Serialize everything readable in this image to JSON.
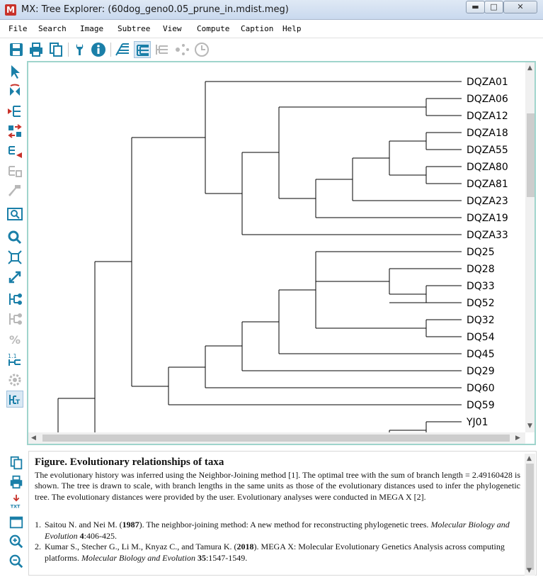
{
  "window": {
    "app_badge": "M",
    "title": "MX: Tree Explorer: (60dog_geno0.05_prune_in.mdist.meg)",
    "controls": {
      "minimize": "▬",
      "maximize": "□",
      "close": "✕"
    }
  },
  "menu": [
    "File",
    "Search",
    "Image",
    "Subtree",
    "View",
    "Compute",
    "Caption",
    "Help"
  ],
  "toolbar": {
    "icons": [
      "save-icon",
      "print-icon",
      "copy-icon",
      "wrench-icon",
      "info-icon",
      "traditional-tree-icon",
      "rectangular-tree-icon",
      "radiation-tree-icon",
      "circle-tree-icon",
      "clock-tree-icon"
    ],
    "pressed": "rectangular-tree-icon"
  },
  "left_toolbar": {
    "icons": [
      "pointer-icon",
      "flip-icon",
      "place-root-icon",
      "swap-icon",
      "compress-subtree-icon",
      "subtree-options-icon",
      "hammer-icon",
      "search-tree-icon",
      "zoom-icon",
      "fit-window-icon",
      "resize-icon",
      "topology-only-icon",
      "condensed-icon",
      "percent-icon",
      "branch-lengths-icon",
      "settings-icon",
      "layout-icon"
    ],
    "pressed": "layout-icon"
  },
  "tree": {
    "taxa": [
      "DQZA01",
      "DQZA06",
      "DQZA12",
      "DQZA18",
      "DQZA55",
      "DQZA80",
      "DQZA81",
      "DQZA23",
      "DQZA19",
      "DQZA33",
      "DQ25",
      "DQ28",
      "DQ33",
      "DQ52",
      "DQ32",
      "DQ54",
      "DQ45",
      "DQ29",
      "DQ60",
      "DQ59",
      "YJ01"
    ],
    "colors": {
      "branch": "#000000",
      "panel_border": "#9fd4cc"
    }
  },
  "caption_toolbar": {
    "icons": [
      "copy-caption-icon",
      "print-caption-icon",
      "export-txt-icon",
      "toggle-panel-icon",
      "zoom-in-icon",
      "zoom-out-icon"
    ],
    "txt_label": "TXT"
  },
  "caption": {
    "heading": "Figure. Evolutionary relationships of taxa",
    "body": "The evolutionary history was inferred using the Neighbor-Joining method [1]. The optimal tree with the sum of branch length = 2.49160428 is shown. The tree is drawn to scale, with branch lengths in the same units as those of the evolutionary distances used to infer the phylogenetic tree. The evolutionary distances were provided by the user. Evolutionary analyses were conducted in MEGA X [2].",
    "references": [
      {
        "num": "1.",
        "authors": "Saitou N. and Nei M. (",
        "year": "1987",
        "text": "). The neighbor-joining method: A new method for reconstructing phylogenetic trees. ",
        "journal": "Molecular Biology and Evolution",
        "volume": " 4",
        "pages": ":406-425."
      },
      {
        "num": "2.",
        "authors": "Kumar S., Stecher G., Li M., Knyaz C., and Tamura K. (",
        "year": "2018",
        "text": "). MEGA X: Molecular Evolutionary Genetics Analysis across computing platforms. ",
        "journal": "Molecular Biology and Evolution",
        "volume": " 35",
        "pages": ":1547-1549."
      }
    ]
  }
}
